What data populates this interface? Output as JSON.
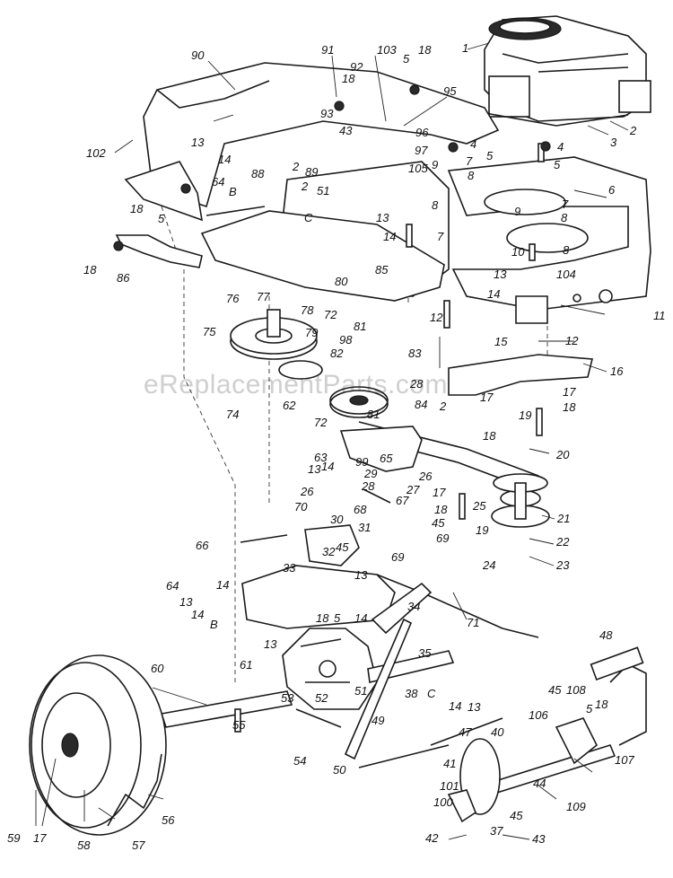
{
  "watermark": "eReplacementParts.com",
  "callouts": [
    {
      "id": "c1",
      "text": "1"
    },
    {
      "id": "c2",
      "text": "2"
    },
    {
      "id": "c3",
      "text": "3"
    },
    {
      "id": "c90",
      "text": "90"
    },
    {
      "id": "c91",
      "text": "91"
    },
    {
      "id": "c103",
      "text": "103"
    },
    {
      "id": "c5a",
      "text": "5"
    },
    {
      "id": "c18a",
      "text": "18"
    },
    {
      "id": "c92",
      "text": "92"
    },
    {
      "id": "c18b",
      "text": "18"
    },
    {
      "id": "c95",
      "text": "95"
    },
    {
      "id": "c93",
      "text": "93"
    },
    {
      "id": "c43",
      "text": "43"
    },
    {
      "id": "c96",
      "text": "96"
    },
    {
      "id": "c4a",
      "text": "4"
    },
    {
      "id": "c4b",
      "text": "4"
    },
    {
      "id": "c102",
      "text": "102"
    },
    {
      "id": "c13a",
      "text": "13"
    },
    {
      "id": "c14a",
      "text": "14"
    },
    {
      "id": "c88",
      "text": "88"
    },
    {
      "id": "c2b",
      "text": "2"
    },
    {
      "id": "c89",
      "text": "89"
    },
    {
      "id": "c2c",
      "text": "2"
    },
    {
      "id": "c97",
      "text": "97"
    },
    {
      "id": "c7a",
      "text": "7"
    },
    {
      "id": "c5b",
      "text": "5"
    },
    {
      "id": "c5c",
      "text": "5"
    },
    {
      "id": "c105",
      "text": "105"
    },
    {
      "id": "c9a",
      "text": "9"
    },
    {
      "id": "c8a",
      "text": "8"
    },
    {
      "id": "c64a",
      "text": "64"
    },
    {
      "id": "cB1",
      "text": "B"
    },
    {
      "id": "c51a",
      "text": "51"
    },
    {
      "id": "c18c",
      "text": "18"
    },
    {
      "id": "c5d",
      "text": "5"
    },
    {
      "id": "cC1",
      "text": "C"
    },
    {
      "id": "c13b",
      "text": "13"
    },
    {
      "id": "c8b",
      "text": "8"
    },
    {
      "id": "c6",
      "text": "6"
    },
    {
      "id": "c7b",
      "text": "7"
    },
    {
      "id": "c9b",
      "text": "9"
    },
    {
      "id": "c8c",
      "text": "8"
    },
    {
      "id": "c14b",
      "text": "14"
    },
    {
      "id": "c7c",
      "text": "7"
    },
    {
      "id": "c10",
      "text": "10"
    },
    {
      "id": "c8d",
      "text": "8"
    },
    {
      "id": "c18d",
      "text": "18"
    },
    {
      "id": "c86",
      "text": "86"
    },
    {
      "id": "c85",
      "text": "85"
    },
    {
      "id": "c13c",
      "text": "13"
    },
    {
      "id": "c104",
      "text": "104"
    },
    {
      "id": "c14c",
      "text": "14"
    },
    {
      "id": "c11",
      "text": "11"
    },
    {
      "id": "c80",
      "text": "80"
    },
    {
      "id": "c77",
      "text": "77"
    },
    {
      "id": "c76",
      "text": "76"
    },
    {
      "id": "c78",
      "text": "78"
    },
    {
      "id": "c72a",
      "text": "72"
    },
    {
      "id": "c81a",
      "text": "81"
    },
    {
      "id": "c12a",
      "text": "12"
    },
    {
      "id": "c15",
      "text": "15"
    },
    {
      "id": "c75",
      "text": "75"
    },
    {
      "id": "c79",
      "text": "79"
    },
    {
      "id": "c98",
      "text": "98"
    },
    {
      "id": "c82",
      "text": "82"
    },
    {
      "id": "c12b",
      "text": "12"
    },
    {
      "id": "c83",
      "text": "83"
    },
    {
      "id": "c16",
      "text": "16"
    },
    {
      "id": "c28a",
      "text": "28"
    },
    {
      "id": "c17a",
      "text": "17"
    },
    {
      "id": "c18e",
      "text": "18"
    },
    {
      "id": "c74",
      "text": "74"
    },
    {
      "id": "c62",
      "text": "62"
    },
    {
      "id": "c84",
      "text": "84"
    },
    {
      "id": "c2d",
      "text": "2"
    },
    {
      "id": "c17b",
      "text": "17"
    },
    {
      "id": "c19a",
      "text": "19"
    },
    {
      "id": "c72b",
      "text": "72"
    },
    {
      "id": "c81b",
      "text": "81"
    },
    {
      "id": "c18f",
      "text": "18"
    },
    {
      "id": "c63",
      "text": "63"
    },
    {
      "id": "c99",
      "text": "99"
    },
    {
      "id": "c65",
      "text": "65"
    },
    {
      "id": "c20",
      "text": "20"
    },
    {
      "id": "c13d",
      "text": "13"
    },
    {
      "id": "c14d",
      "text": "14"
    },
    {
      "id": "c29",
      "text": "29"
    },
    {
      "id": "c26a",
      "text": "26"
    },
    {
      "id": "c28b",
      "text": "28"
    },
    {
      "id": "c27",
      "text": "27"
    },
    {
      "id": "c17c",
      "text": "17"
    },
    {
      "id": "c25",
      "text": "25"
    },
    {
      "id": "c26b",
      "text": "26"
    },
    {
      "id": "c18g",
      "text": "18"
    },
    {
      "id": "c70",
      "text": "70"
    },
    {
      "id": "c30",
      "text": "30"
    },
    {
      "id": "c68",
      "text": "68"
    },
    {
      "id": "c67",
      "text": "67"
    },
    {
      "id": "c21",
      "text": "21"
    },
    {
      "id": "c45a",
      "text": "45"
    },
    {
      "id": "c31",
      "text": "31"
    },
    {
      "id": "c19b",
      "text": "19"
    },
    {
      "id": "c69a",
      "text": "69"
    },
    {
      "id": "c66",
      "text": "66"
    },
    {
      "id": "c32",
      "text": "32"
    },
    {
      "id": "c45b",
      "text": "45"
    },
    {
      "id": "c22",
      "text": "22"
    },
    {
      "id": "c69b",
      "text": "69"
    },
    {
      "id": "c24",
      "text": "24"
    },
    {
      "id": "c23",
      "text": "23"
    },
    {
      "id": "c33",
      "text": "33"
    },
    {
      "id": "c64b",
      "text": "64"
    },
    {
      "id": "c14e",
      "text": "14"
    },
    {
      "id": "c13e",
      "text": "13"
    },
    {
      "id": "c13f",
      "text": "13"
    },
    {
      "id": "c71",
      "text": "71"
    },
    {
      "id": "c14f",
      "text": "14"
    },
    {
      "id": "c34",
      "text": "34"
    },
    {
      "id": "cB2",
      "text": "B"
    },
    {
      "id": "c18h",
      "text": "18"
    },
    {
      "id": "c5e",
      "text": "5"
    },
    {
      "id": "c14g",
      "text": "14"
    },
    {
      "id": "c13g",
      "text": "13"
    },
    {
      "id": "c48",
      "text": "48"
    },
    {
      "id": "c35",
      "text": "35"
    },
    {
      "id": "c60",
      "text": "60"
    },
    {
      "id": "c61",
      "text": "61"
    },
    {
      "id": "c38",
      "text": "38"
    },
    {
      "id": "cC2",
      "text": "C"
    },
    {
      "id": "c14h",
      "text": "14"
    },
    {
      "id": "c13h",
      "text": "13"
    },
    {
      "id": "c45c",
      "text": "45"
    },
    {
      "id": "c108",
      "text": "108"
    },
    {
      "id": "c53",
      "text": "53"
    },
    {
      "id": "c52",
      "text": "52"
    },
    {
      "id": "c51b",
      "text": "51"
    },
    {
      "id": "c5f",
      "text": "5"
    },
    {
      "id": "c18i",
      "text": "18"
    },
    {
      "id": "c55",
      "text": "55"
    },
    {
      "id": "c49",
      "text": "49"
    },
    {
      "id": "c47",
      "text": "47"
    },
    {
      "id": "c40",
      "text": "40"
    },
    {
      "id": "c106",
      "text": "106"
    },
    {
      "id": "c54",
      "text": "54"
    },
    {
      "id": "c50",
      "text": "50"
    },
    {
      "id": "c107",
      "text": "107"
    },
    {
      "id": "c41",
      "text": "41"
    },
    {
      "id": "c44",
      "text": "44"
    },
    {
      "id": "c101",
      "text": "101"
    },
    {
      "id": "c100",
      "text": "100"
    },
    {
      "id": "c45d",
      "text": "45"
    },
    {
      "id": "c109",
      "text": "109"
    },
    {
      "id": "c56",
      "text": "56"
    },
    {
      "id": "c57",
      "text": "57"
    },
    {
      "id": "c58",
      "text": "58"
    },
    {
      "id": "c59",
      "text": "59"
    },
    {
      "id": "c17d",
      "text": "17"
    },
    {
      "id": "c42",
      "text": "42"
    },
    {
      "id": "c37",
      "text": "37"
    },
    {
      "id": "c43b",
      "text": "43"
    }
  ]
}
